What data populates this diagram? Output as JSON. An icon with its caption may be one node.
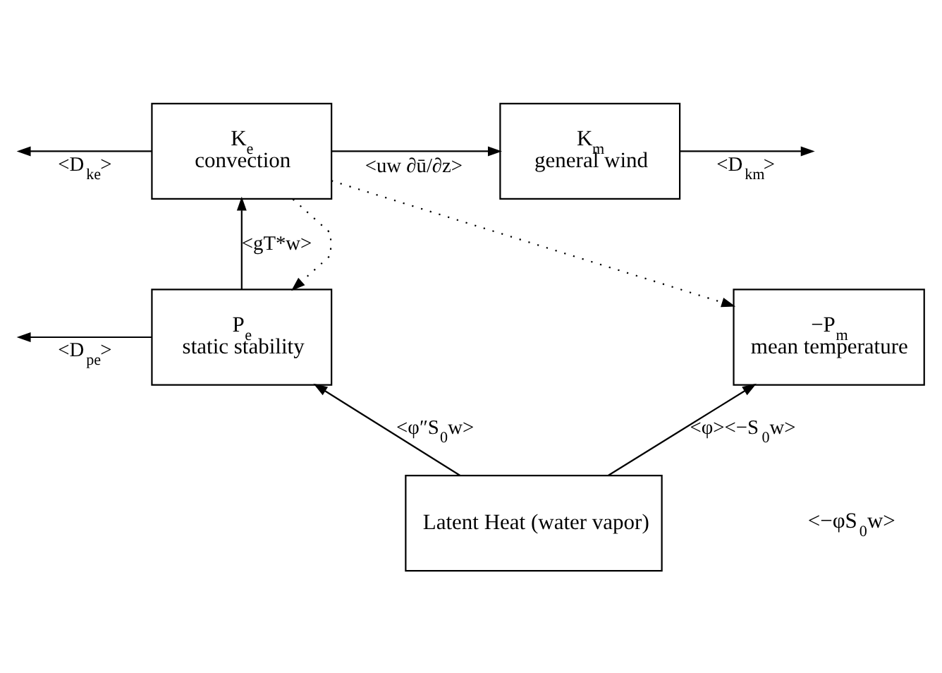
{
  "diagram": {
    "nodes": [
      {
        "text": [
          "K$_{e}$",
          "convection"
        ]
      },
      {
        "text": [
          "K$_{m}$",
          "general wind"
        ]
      },
      {
        "text": [
          "P$_{e}$",
          "static stability"
        ]
      },
      {
        "text": [
          "−P$_{m}$",
          "mean temperature"
        ]
      },
      {
        "text": [
          "Latent Heat (water vapor)"
        ]
      }
    ],
    "edges": [
      {
        "from": 0,
        "to": null,
        "arrow": "to",
        "label": "<D$_{ke}$>"
      },
      {
        "from": 0,
        "to": 1,
        "arrow": "to",
        "label": "<uw ∂ū/∂z>"
      },
      {
        "from": 1,
        "to": null,
        "arrow": "to",
        "label": "<D$_{km}$>"
      },
      {
        "from": 2,
        "to": 0,
        "arrow": "to",
        "label": "<gT*w>"
      },
      {
        "from": 2,
        "to": null,
        "arrow": "to",
        "label": "<D$_{pe}$>"
      },
      {
        "from": 4,
        "to": 2,
        "arrow": "to",
        "label": "<φ″S$_{0}$w>"
      },
      {
        "from": 4,
        "to": 3,
        "arrow": "to",
        "label": "<φ><−S$_{0}$w>"
      },
      {
        "from": 0,
        "to": 2,
        "arrow": "to",
        "style": "dashed"
      },
      {
        "from": 0,
        "to": 3,
        "arrow": "to",
        "style": "dashed"
      }
    ],
    "labels": [
      "<−φS$_{0}$w>"
    ]
  }
}
